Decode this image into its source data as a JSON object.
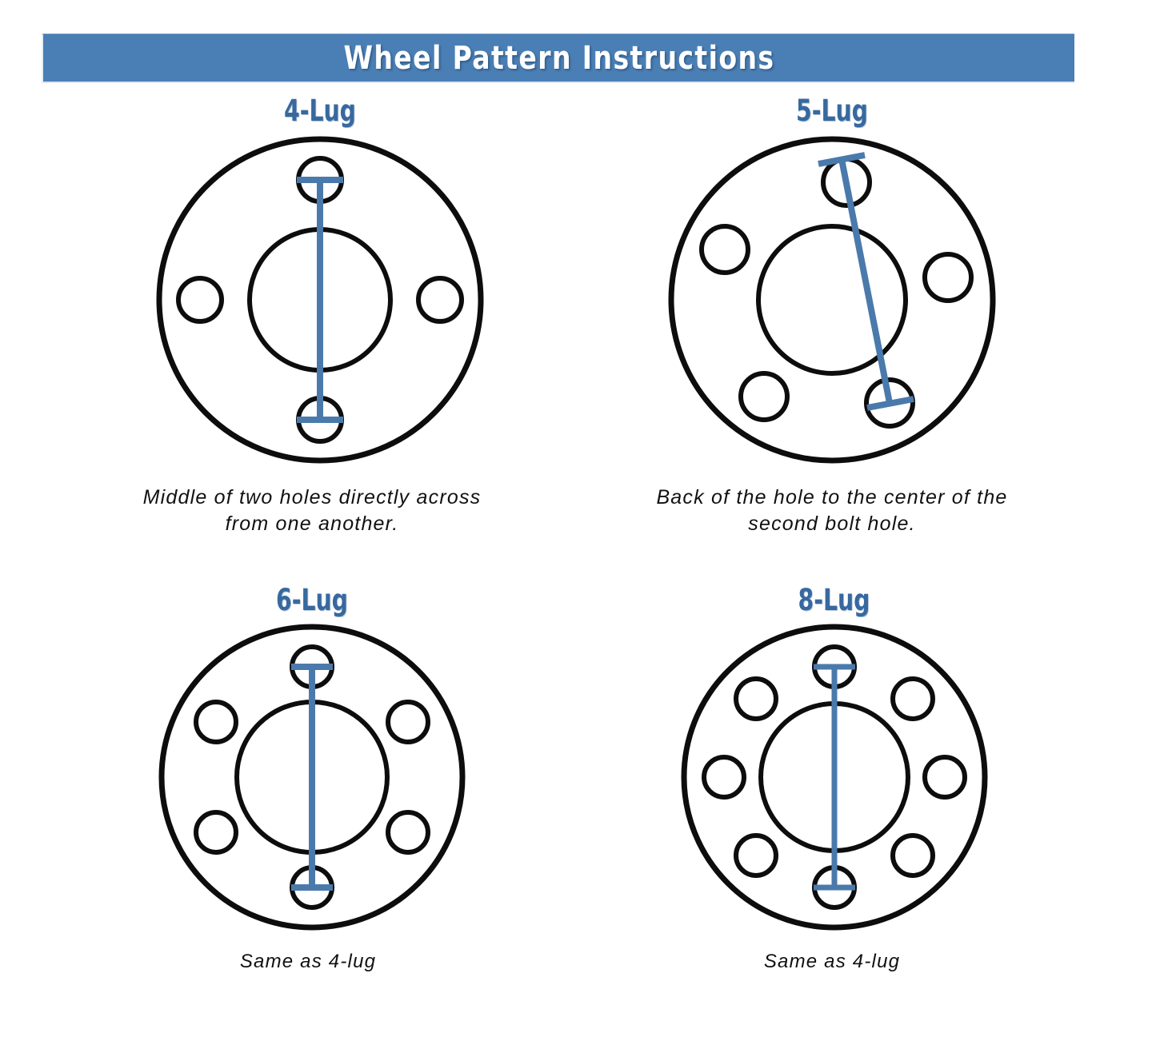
{
  "header": {
    "title": "Wheel Pattern Instructions",
    "banner_color": "#4a7fb5",
    "title_color": "#ffffff"
  },
  "theme": {
    "accent_blue": "#4a7aab",
    "heading_blue": "#37699f",
    "outline_black": "#0d0d0d",
    "background": "#ffffff"
  },
  "diagrams": [
    {
      "id": "4-lug",
      "heading": "4-Lug",
      "caption": "Middle of two holes directly across from one another.",
      "lug_count": 4,
      "hole_angles_deg": [
        -90,
        0,
        90,
        180
      ],
      "measurement": {
        "type": "center-to-center",
        "from": "top-hole-center",
        "to": "bottom-hole-center",
        "cap_style": "T-bar both ends"
      }
    },
    {
      "id": "5-lug",
      "heading": "5-Lug",
      "caption": "Back of the hole to the center of the second bolt hole.",
      "lug_count": 5,
      "hole_angles_deg": [
        -83,
        -11,
        61,
        125,
        -155
      ],
      "measurement": {
        "type": "back-to-center",
        "from": "top-hole-back-edge",
        "to": "lower-right-hole-center",
        "cap_style": "T-bar both ends"
      }
    },
    {
      "id": "6-lug",
      "heading": "6-Lug",
      "caption": "Same as 4-lug",
      "lug_count": 6,
      "hole_angles_deg": [
        -90,
        -30,
        30,
        90,
        150,
        -150
      ],
      "measurement": {
        "type": "center-to-center",
        "from": "top-hole-center",
        "to": "bottom-hole-center",
        "cap_style": "T-bar both ends"
      }
    },
    {
      "id": "8-lug",
      "heading": "8-Lug",
      "caption": "Same as 4-lug",
      "lug_count": 8,
      "hole_angles_deg": [
        -90,
        -45,
        0,
        45,
        90,
        135,
        180,
        -135
      ],
      "measurement": {
        "type": "center-to-center",
        "from": "top-hole-center",
        "to": "bottom-hole-center",
        "cap_style": "T-bar both ends"
      }
    }
  ]
}
